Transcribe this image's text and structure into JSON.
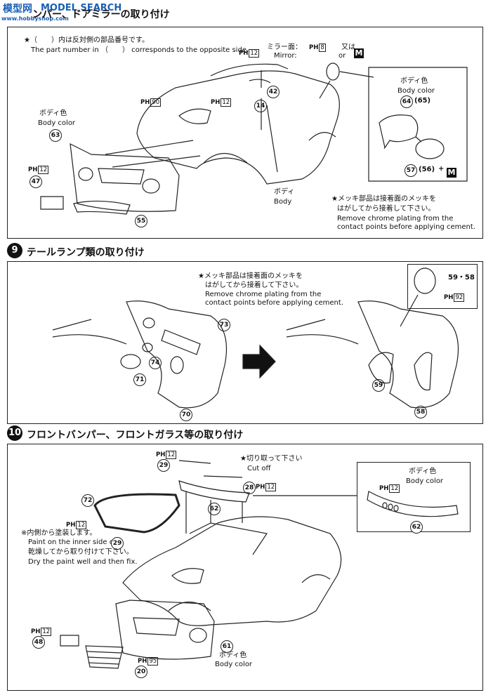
{
  "watermark": {
    "main": "模型网",
    "sub": "MODEL SEARCH",
    "url": "www.hobbyshop.com"
  },
  "step8": {
    "title": "ンパー、ドアミラーの取り付け",
    "note_jp": "★（　　）内は反対側の部品番号です。",
    "note_en": "The part number in （　　） corresponds to the opposite side.",
    "mirror_label_jp": "ミラー面：",
    "mirror_label_en": "Mirror:",
    "mirror_ph": "8",
    "or_jp": "又は",
    "or_en": "or",
    "m_label": "M",
    "body_color_jp": "ボディ色",
    "body_color_en": "Body color",
    "body_jp": "ボディ",
    "body_en": "Body",
    "chrome_jp_1": "★メッキ部品は接着面のメッキを",
    "chrome_jp_2": "はがしてから接着して下さい。",
    "chrome_en_1": "Remove chrome plating from the",
    "chrome_en_2": "contact points before applying cement.",
    "parts": {
      "p63": "63",
      "p47": "47",
      "p55": "55",
      "p42": "42",
      "p14": "14",
      "p64": "64",
      "p65": "(65)",
      "p57": "57",
      "p56": "(56)",
      "plus": "+"
    },
    "ph": {
      "ph12a": "12",
      "ph90": "90",
      "ph12b": "12",
      "ph12c": "12"
    },
    "ph_prefix": "PH"
  },
  "step9": {
    "number": "9",
    "title": "テールランプ類の取り付け",
    "chrome_jp_1": "★メッキ部品は接着面のメッキを",
    "chrome_jp_2": "はがしてから接着して下さい。",
    "chrome_en_1": "Remove chrome plating from the",
    "chrome_en_2": "contact points before applying cement.",
    "parts": {
      "p73": "73",
      "p74": "74",
      "p71": "71",
      "p70": "70",
      "p59": "59",
      "p58": "58",
      "p5958": "59・58"
    },
    "ph92": "92"
  },
  "step10": {
    "number": "10",
    "title": "フロントバンパー、フロントガラス等の取り付け",
    "cut_jp": "★切り取って下さい",
    "cut_en": "Cut off",
    "paint_jp_1": "※内側から塗装します。",
    "paint_en_1": "Paint on the inner side of",
    "paint_jp_2": "乾燥してから取り付けて下さい。",
    "paint_en_2": "Dry the paint well and then fix.",
    "body_color_jp": "ボディ色",
    "body_color_en": "Body color",
    "parts": {
      "p29": "29",
      "p28": "28",
      "p62": "62",
      "p72": "72",
      "p48": "48",
      "p20": "20",
      "p61": "61",
      "p62b": "62",
      "p29n": "29"
    },
    "ph": {
      "a": "12",
      "b": "12",
      "c": "12",
      "d": "12",
      "e": "12",
      "f": "95"
    }
  },
  "colors": {
    "line": "#222222",
    "fill_gray": "#dcdcdc",
    "watermark": "#1a5fb4"
  }
}
